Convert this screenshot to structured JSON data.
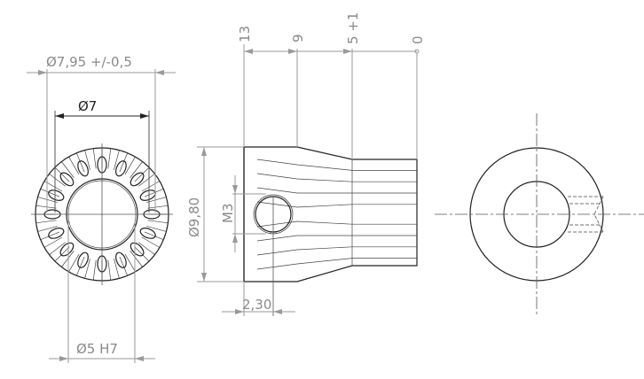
{
  "drawing": {
    "front_view": {
      "outer_diameter": "Ø7,95 +/-0,5",
      "tip_diameter": "Ø7",
      "bore": "Ø5 H7"
    },
    "side_view": {
      "overall_diameter": "Ø9,80",
      "set_screw": "M3",
      "screw_offset": "2,30",
      "positions": [
        "13",
        "9",
        "5 +1",
        "0"
      ]
    }
  }
}
